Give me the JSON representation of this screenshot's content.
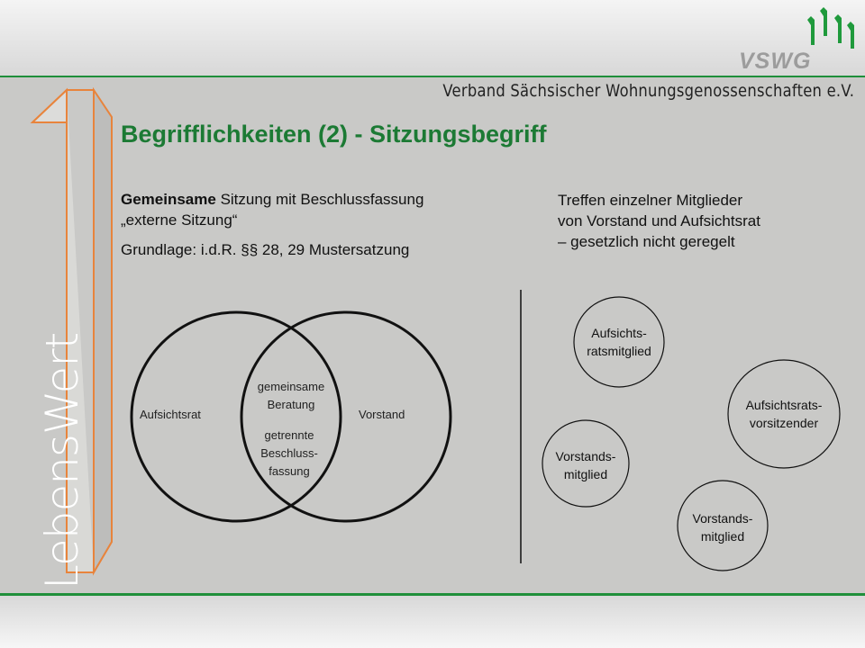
{
  "header": {
    "logo_text": "VSWG",
    "org_name": "Verband Sächsischer Wohnungsgenossenschaften e.V."
  },
  "side_label": "LebensWert",
  "slide": {
    "title": "Begrifflichkeiten (2) - Sitzungsbegriff",
    "left_text": {
      "line1_bold": "Gemeinsame",
      "line1_rest": " Sitzung mit Beschlussfassung",
      "line2": "„externe Sitzung“",
      "line3": "Grundlage: i.d.R. §§ 28, 29 Mustersatzung"
    },
    "right_text": {
      "line1": "Treffen einzelner Mitglieder",
      "line2": "von Vorstand und Aufsichtsrat",
      "line3": "– gesetzlich nicht geregelt"
    },
    "venn": {
      "left_label": "Aufsichtsrat",
      "right_label": "Vorstand",
      "center_top": [
        "gemeinsame",
        "Beratung"
      ],
      "center_bottom": [
        "getrennte",
        "Beschluss-",
        "fassung"
      ]
    },
    "members": [
      {
        "lines": [
          "Aufsichts-",
          "ratsmitglied"
        ]
      },
      {
        "lines": [
          "Aufsichtsrats-",
          "vorsitzender"
        ]
      },
      {
        "lines": [
          "Vorstands-",
          "mitglied"
        ]
      },
      {
        "lines": [
          "Vorstands-",
          "mitglied"
        ]
      }
    ]
  },
  "colors": {
    "accent_green": "#1f8f3a",
    "title_green": "#1c7a34",
    "orange_outline": "#e8843c",
    "content_bg": "#c9c9c7"
  }
}
